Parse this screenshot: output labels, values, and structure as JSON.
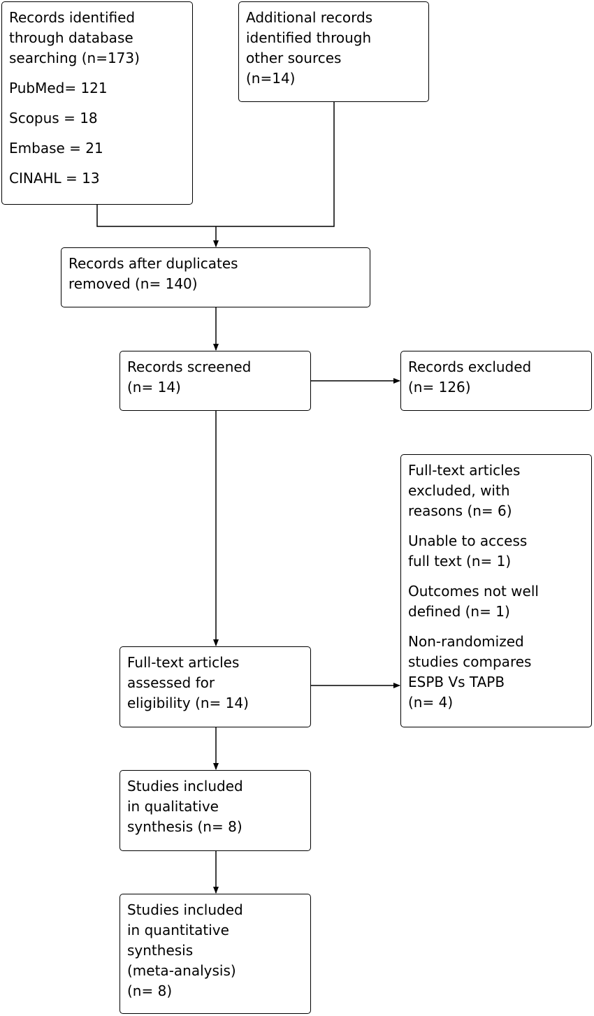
{
  "boxes": {
    "identified_db": {
      "lines": [
        "Records identified",
        "through database",
        "searching (n=173)"
      ],
      "items": [
        "PubMed= 121",
        "Scopus = 18",
        "Embase = 21",
        "CINAHL = 13"
      ]
    },
    "other_sources": {
      "lines": [
        "Additional records",
        "identified through",
        "other sources",
        "(n=14)"
      ]
    },
    "after_duplicates": {
      "lines": [
        "Records after duplicates",
        "removed (n= 140)"
      ]
    },
    "screened": {
      "lines": [
        "Records screened",
        "(n= 14)"
      ]
    },
    "excluded": {
      "lines": [
        "Records excluded",
        "(n= 126)"
      ]
    },
    "fulltext_excluded": {
      "heading": [
        "Full-text articles",
        "excluded, with",
        "reasons (n= 6)"
      ],
      "reasons": [
        [
          "Unable to access",
          "full text (n= 1)"
        ],
        [
          "Outcomes not well",
          "defined (n= 1)"
        ],
        [
          "Non-randomized",
          "studies compares",
          "ESPB Vs TAPB",
          "(n= 4)"
        ]
      ]
    },
    "assessed": {
      "lines": [
        "Full-text articles",
        "assessed for",
        "eligibility (n= 14)"
      ]
    },
    "qualitative": {
      "lines": [
        "Studies included",
        "in qualitative",
        "synthesis (n= 8)"
      ]
    },
    "quantitative": {
      "lines": [
        "Studies included",
        "in quantitative",
        "synthesis",
        "(meta-analysis)",
        "(n= 8)"
      ]
    }
  }
}
